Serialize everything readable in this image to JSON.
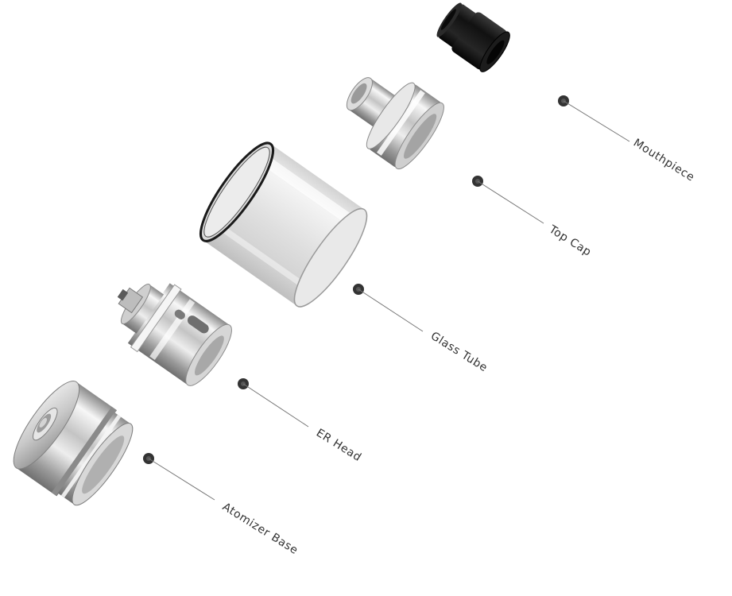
{
  "diagram": {
    "type": "exploded-view",
    "parts": [
      {
        "id": "mouthpiece",
        "label": "Mouthpiece"
      },
      {
        "id": "top-cap",
        "label": "Top Cap"
      },
      {
        "id": "glass-tube",
        "label": "Glass Tube"
      },
      {
        "id": "er-head",
        "label": "ER Head"
      },
      {
        "id": "atomizer-base",
        "label": "Atomizer Base"
      }
    ],
    "colors": {
      "metal_light": "#f4f4f4",
      "metal_mid": "#bdbdbd",
      "metal_dark": "#7d7d7d",
      "mouthpiece_black": "#1a1a1a",
      "glass": "#e3e3e3",
      "callout_dot": "#333333",
      "callout_line": "#777777",
      "label_text": "#333333"
    }
  }
}
